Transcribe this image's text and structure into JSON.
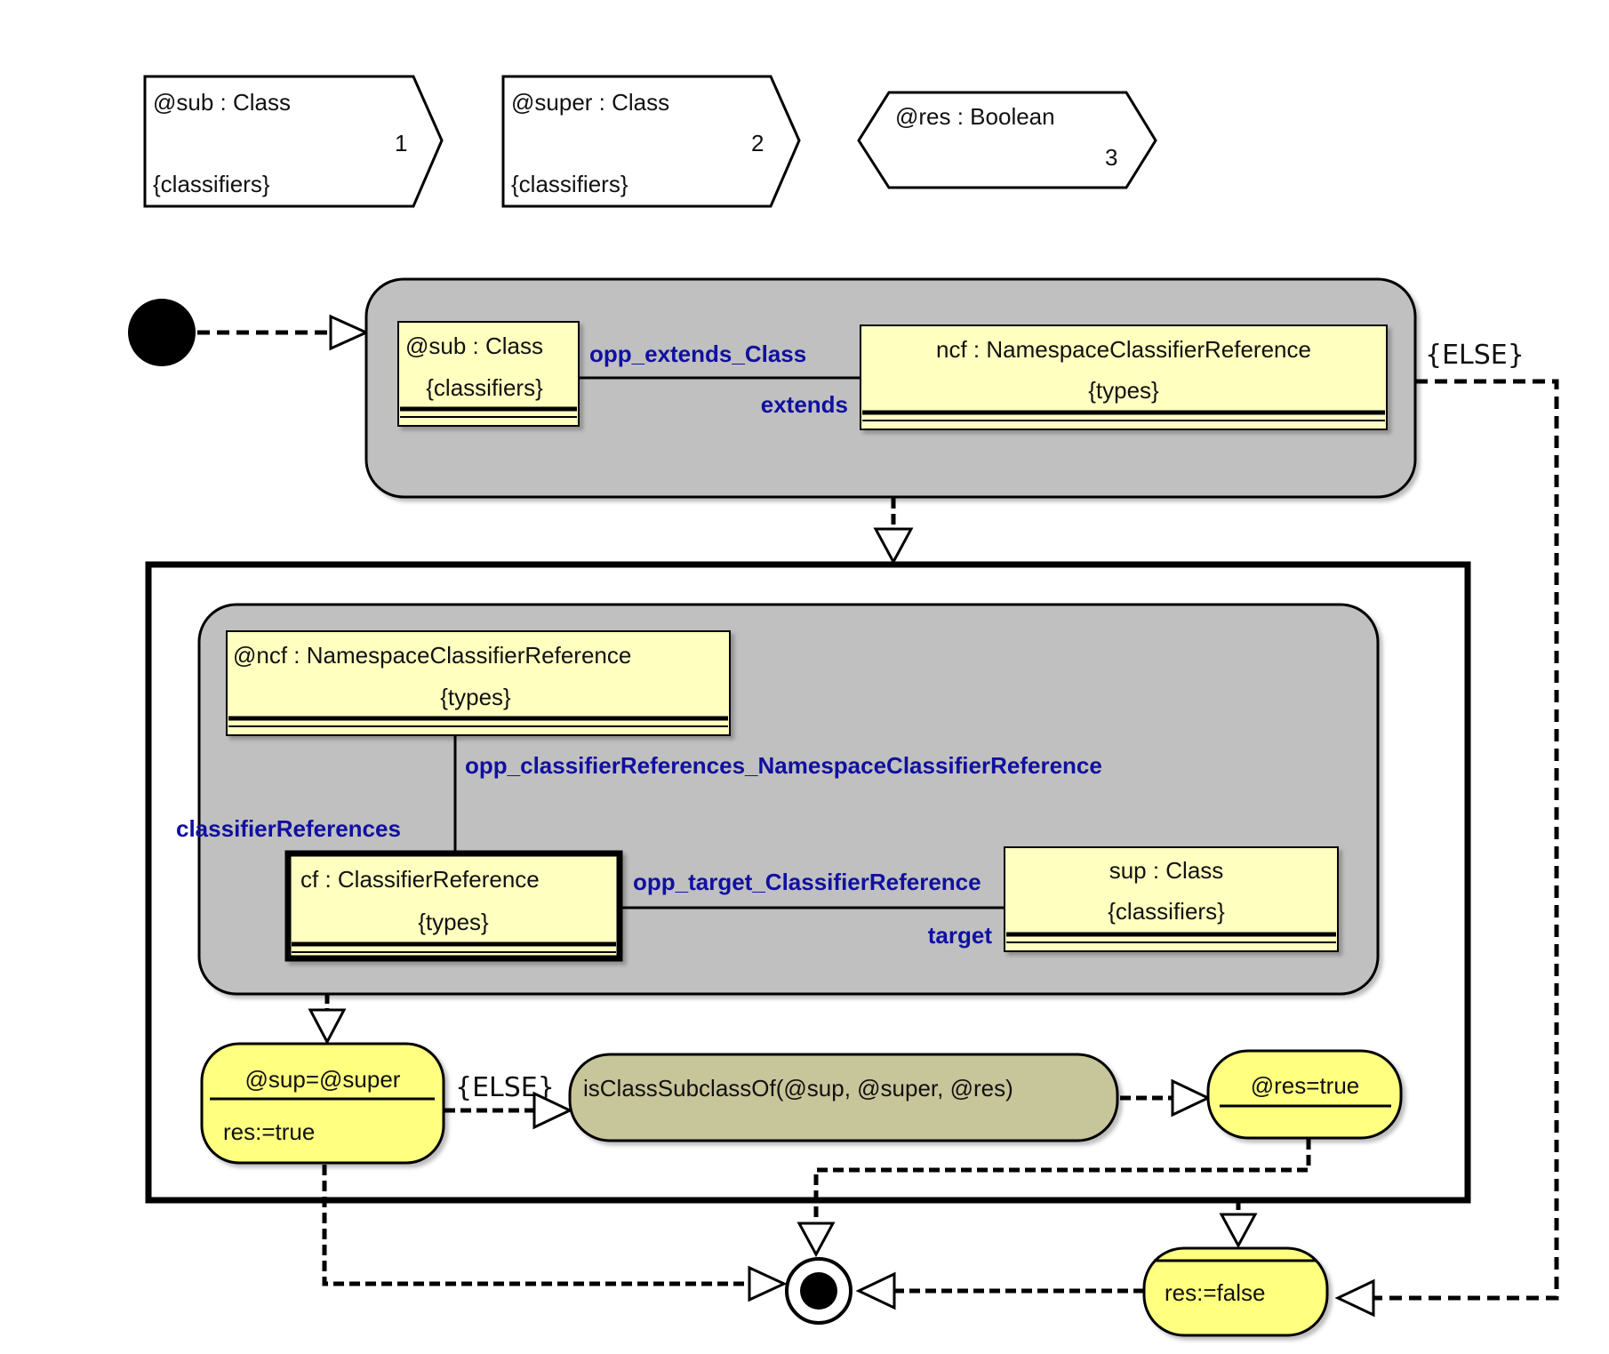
{
  "parameters": [
    {
      "name": "@sub : Class",
      "number": "1",
      "collection": "{classifiers}"
    },
    {
      "name": "@super : Class",
      "number": "2",
      "collection": "{classifiers}"
    },
    {
      "name": "@res : Boolean",
      "number": "3"
    }
  ],
  "pattern1": {
    "left_object": {
      "name": "@sub : Class",
      "collection": "{classifiers}"
    },
    "right_object": {
      "name": "ncf : NamespaceClassifierReference",
      "collection": "{types}"
    },
    "link_label_opposite": "opp_extends_Class",
    "link_label_role": "extends",
    "else_guard": "{ELSE}"
  },
  "pattern2": {
    "top_object": {
      "name": "@ncf : NamespaceClassifierReference",
      "collection": "{types}"
    },
    "link1_label_opposite": "opp_classifierReferences_NamespaceClassifierReference",
    "link1_label_role": "classifierReferences",
    "mid_object": {
      "name": "cf : ClassifierReference",
      "collection": "{types}"
    },
    "right_object": {
      "name": "sup : Class",
      "collection": "{classifiers}"
    },
    "link2_label_opposite": "opp_target_ClassifierReference",
    "link2_label_role": "target"
  },
  "nodes": {
    "cond_node": {
      "condition": "@sup=@super",
      "action": "res:=true"
    },
    "else_guard": "{ELSE}",
    "call_node": "isClassSubclassOf(@sup, @super, @res)",
    "res_true_node": "@res=true",
    "res_false_node": "res:=false"
  },
  "colors": {
    "object_fill": "#ffffc0",
    "pattern_fill": "#c0c0c0",
    "node_fill": "#ffff80",
    "call_fill": "#c7c59a",
    "line_blue": "#1010a0"
  }
}
